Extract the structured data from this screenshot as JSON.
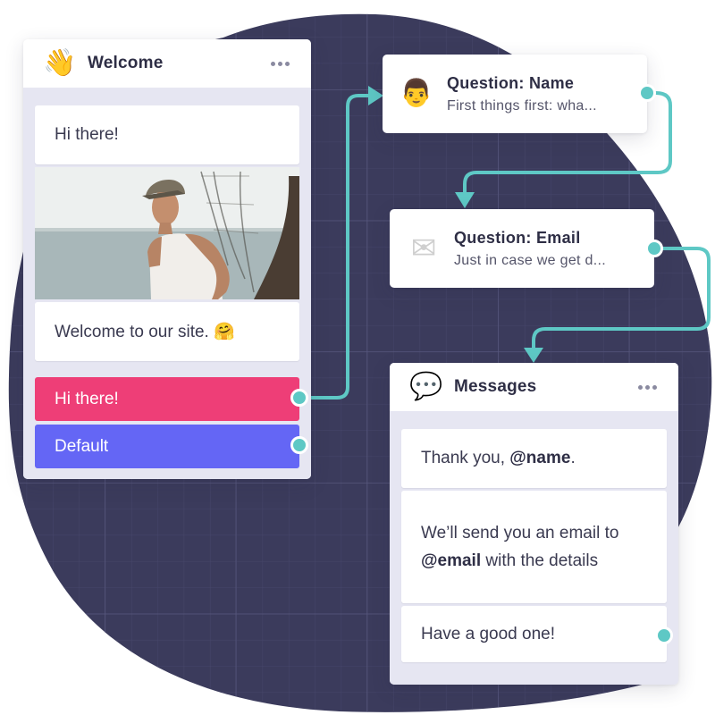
{
  "colors": {
    "canvas_bg": "#3b3b5c",
    "connector": "#5ec8c5",
    "button_primary": "#ee3e77",
    "button_default": "#6466f5",
    "card_body": "#e6e6f2"
  },
  "welcome_block": {
    "icon": "waving-hand-icon",
    "icon_glyph": "👋",
    "title": "Welcome",
    "menu_icon": "more-horizontal-icon",
    "messages": [
      {
        "text": "Hi there!"
      },
      {
        "type": "image",
        "alt": "Man in a tank top and cap on a shrimp boat"
      },
      {
        "text": "Welcome to our site. 🤗"
      }
    ],
    "buttons": [
      {
        "label": "Hi there!",
        "color": "#ee3e77"
      },
      {
        "label": "Default",
        "color": "#6466f5"
      }
    ]
  },
  "question_name": {
    "icon": "man-face-icon",
    "icon_glyph": "👨",
    "title": "Question: Name",
    "subtitle": "First things first: wha..."
  },
  "question_email": {
    "icon": "envelope-icon",
    "icon_glyph": "✉",
    "title": "Question: Email",
    "subtitle": "Just in case we get d..."
  },
  "messages_block": {
    "icon": "speech-bubble-icon",
    "icon_glyph": "💬",
    "title": "Messages",
    "menu_icon": "more-horizontal-icon",
    "messages": [
      {
        "pre": "Thank you, ",
        "var": "@name",
        "post": "."
      },
      {
        "pre": "We’ll send you an email to ",
        "var": "@email",
        "post": " with the details"
      },
      {
        "text": "Have a good one!"
      }
    ]
  }
}
